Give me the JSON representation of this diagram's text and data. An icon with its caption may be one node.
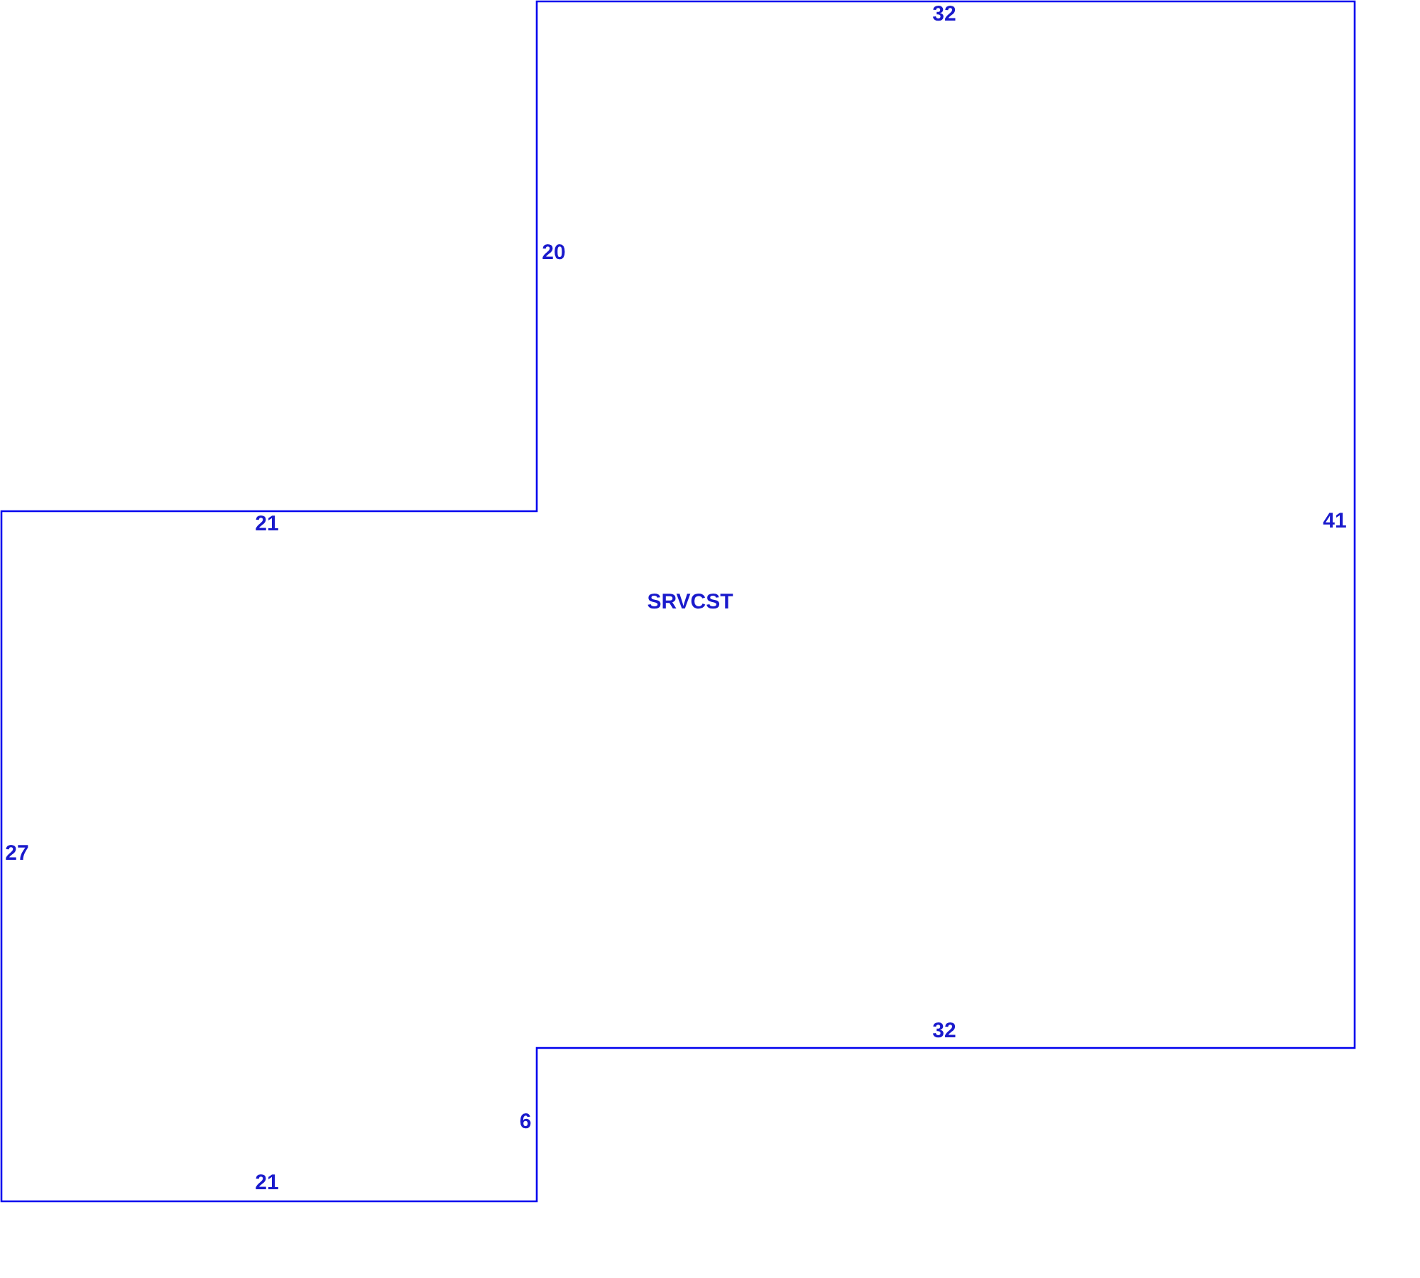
{
  "diagram": {
    "nodes": [
      {
        "text": [
          "SRVCST"
        ]
      }
    ],
    "edges": [],
    "labels": [
      "32",
      "20",
      "21",
      "41",
      "27",
      "32",
      "6",
      "21"
    ]
  }
}
